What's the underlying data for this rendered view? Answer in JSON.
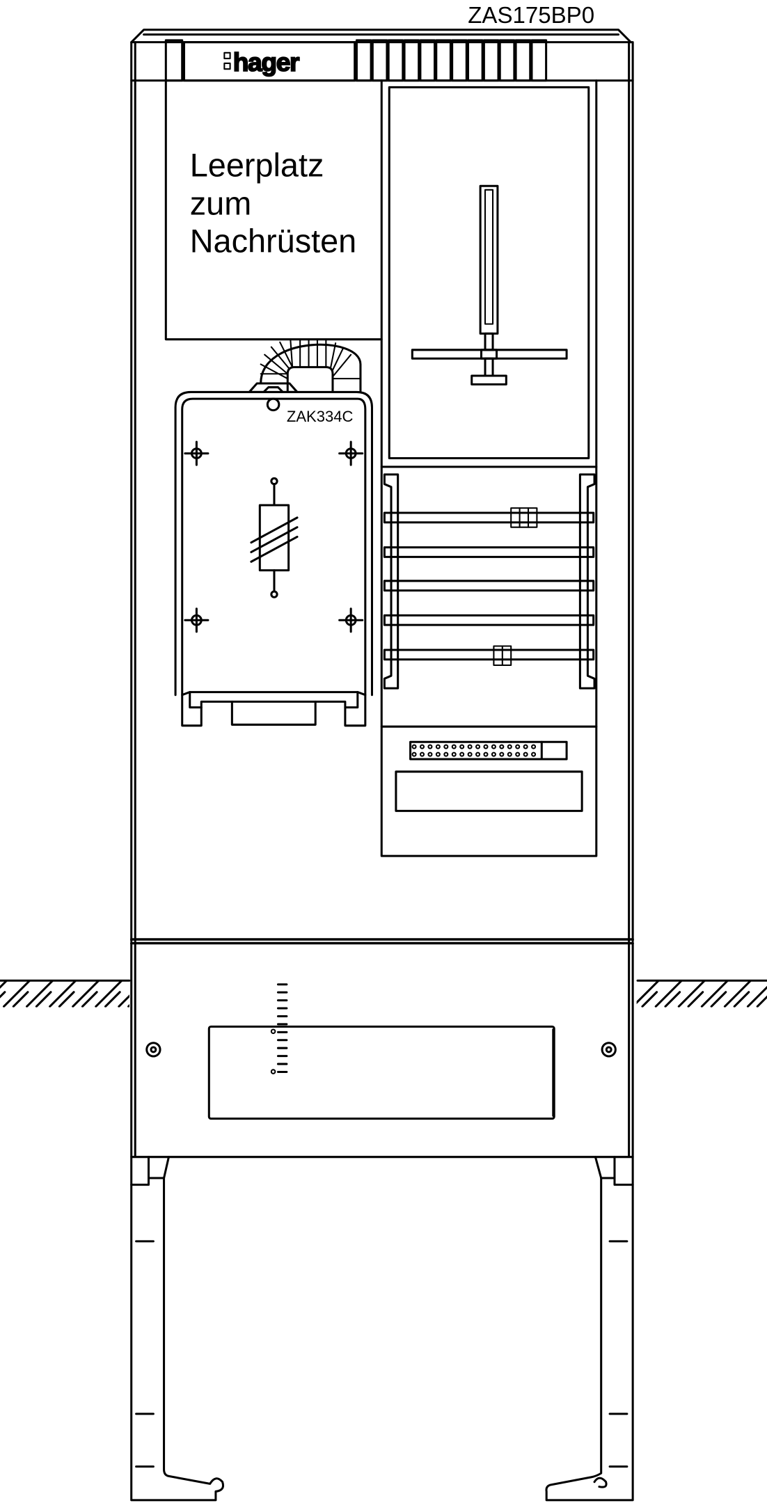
{
  "drawing": {
    "model_label": "ZAS175BP0",
    "brand_logo": "hager",
    "empty_slot_label": [
      "Leerplatz",
      "zum",
      "Nachrüsten"
    ],
    "module_label": "ZAK334C"
  },
  "colors": {
    "line": "#000000",
    "background": "#ffffff"
  }
}
